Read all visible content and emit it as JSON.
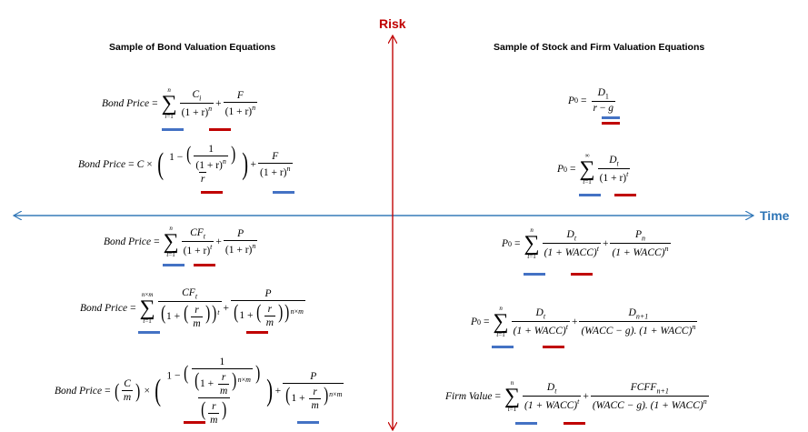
{
  "axes": {
    "vertical_label": "Risk",
    "horizontal_label": "Time",
    "vertical_color": "#c00000",
    "horizontal_color": "#2e75b6"
  },
  "left_heading": "Sample of Bond Valuation Equations",
  "right_heading": "Sample of Stock and Firm Valuation Equations",
  "underline_colors": {
    "blue": "#4472c4",
    "red": "#c00000"
  },
  "text": {
    "bond_price": "Bond Price",
    "firm_value": "Firm Value",
    "eq": "=",
    "plus": "+",
    "times": "×",
    "one_plus_r": "(1 + r)",
    "one_plus_wacc": "(1 + WACC)"
  }
}
